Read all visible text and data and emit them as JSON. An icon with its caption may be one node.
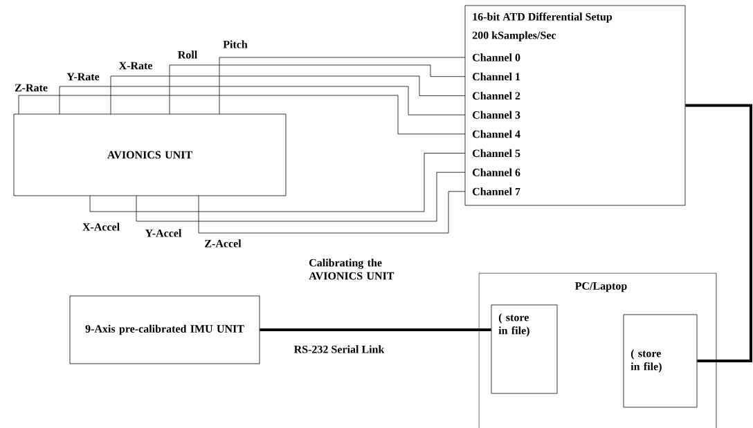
{
  "diagram": {
    "nodes": [
      {
        "text": [
          "AVIONICS UNIT"
        ]
      },
      {
        "text": [
          "16-bit ATD Differential Setup",
          "200 kSamples/Sec"
        ]
      },
      {
        "text": [
          "Channel 0"
        ],
        "in": 1
      },
      {
        "text": [
          "Channel 1"
        ],
        "in": 1
      },
      {
        "text": [
          "Channel 2"
        ],
        "in": 1
      },
      {
        "text": [
          "Channel 3"
        ],
        "in": 1
      },
      {
        "text": [
          "Channel 4"
        ],
        "in": 1
      },
      {
        "text": [
          "Channel 5"
        ],
        "in": 1
      },
      {
        "text": [
          "Channel 6"
        ],
        "in": 1
      },
      {
        "text": [
          "Channel 7"
        ],
        "in": 1
      },
      {
        "text": [
          "9-Axis pre-calibrated IMU UNIT"
        ]
      },
      {
        "text": [
          "PC/Laptop"
        ]
      },
      {
        "text": [
          "( store in file)"
        ],
        "in": 11
      },
      {
        "text": [
          "( store in file)"
        ],
        "in": 11
      }
    ],
    "edges": [
      {
        "from": 0,
        "to": 6,
        "arrow": "none",
        "label": "Z-Rate"
      },
      {
        "from": 0,
        "to": 5,
        "arrow": "none",
        "label": "Y-Rate"
      },
      {
        "from": 0,
        "to": 4,
        "arrow": "none",
        "label": "X-Rate"
      },
      {
        "from": 0,
        "to": 3,
        "arrow": "none",
        "label": "Roll"
      },
      {
        "from": 0,
        "to": 2,
        "arrow": "none",
        "label": "Pitch"
      },
      {
        "from": 0,
        "to": 7,
        "arrow": "none",
        "label": "X-Accel"
      },
      {
        "from": 0,
        "to": 8,
        "arrow": "none",
        "label": "Y-Accel"
      },
      {
        "from": 0,
        "to": 9,
        "arrow": "none",
        "label": "Z-Accel"
      },
      {
        "from": 10,
        "to": 12,
        "arrow": "none",
        "label": "RS-232 Serial Link",
        "style": "thick"
      },
      {
        "from": 1,
        "to": 13,
        "arrow": "none",
        "style": "thick"
      }
    ],
    "labels": [
      "Calibrating the AVIONICS UNIT"
    ]
  }
}
